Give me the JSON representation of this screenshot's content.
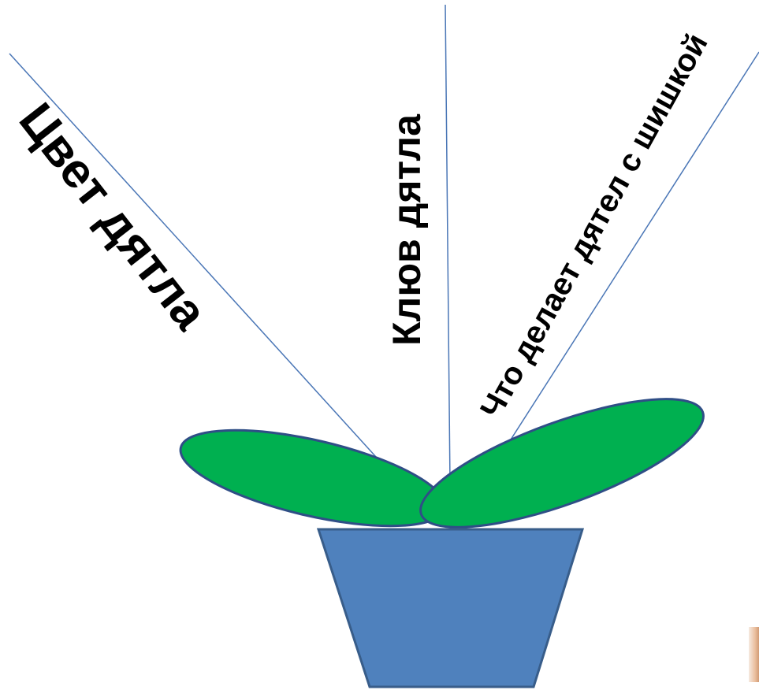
{
  "labels": {
    "woodpecker_color": "Цвет дятла",
    "woodpecker_beak": "Клюв дятла",
    "woodpecker_cone": "Что делает дятел с шишкой"
  },
  "colors": {
    "background": "#ffffff",
    "line": "#4a76b6",
    "leaf_fill": "#00b050",
    "leaf_outline": "#2f4e86",
    "pot_fill": "#4f81bd",
    "pot_outline": "#385d8a",
    "text": "#000000"
  }
}
